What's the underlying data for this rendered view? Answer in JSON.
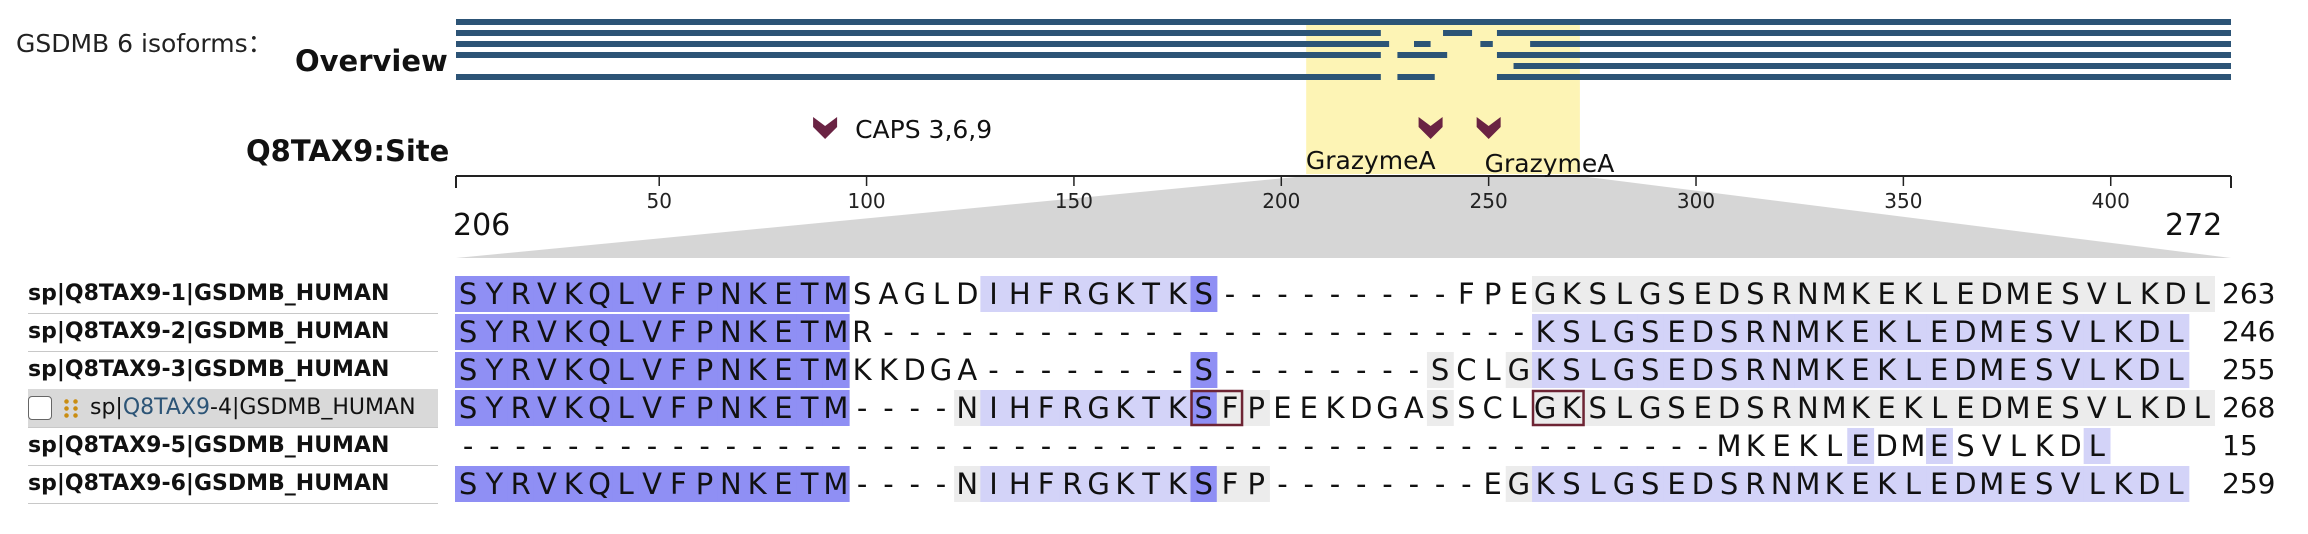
{
  "header": {
    "title": "GSDMB 6 isoforms：",
    "overview_label": "Overview",
    "site_label": "Q8TAX9:Site"
  },
  "sites": [
    {
      "label": "CAPS 3,6,9",
      "position": 90
    },
    {
      "label": "GrazymeA",
      "position": 236
    },
    {
      "label": "GrazymeA",
      "position": 250
    }
  ],
  "axis": {
    "min": 1,
    "max": 429,
    "ticks": [
      50,
      100,
      150,
      200,
      250,
      300,
      350,
      400
    ],
    "highlight_start": 206,
    "highlight_end": 272,
    "range_start_label": "206",
    "range_end_label": "272"
  },
  "overview_tracks": [
    {
      "gaps": []
    },
    {
      "gaps": [
        [
          224,
          239
        ],
        [
          246,
          252
        ]
      ]
    },
    {
      "gaps": [
        [
          226,
          232
        ],
        [
          236,
          248
        ],
        [
          251,
          260
        ]
      ]
    },
    {
      "gaps": [
        [
          224,
          228
        ],
        [
          240,
          252
        ]
      ]
    },
    {
      "gaps": [
        [
          1,
          256
        ]
      ]
    },
    {
      "gaps": [
        [
          224,
          228
        ],
        [
          237,
          252
        ]
      ]
    }
  ],
  "sequences": [
    {
      "name": "sp|Q8TAX9-1|GSDMB_HUMAN",
      "seq": "SYRVKQLVFPNKETMSAGLDIHFRGKTKS---------FPEGKSLGSEDSRNMKEKLEDMESVLKDL",
      "end": "263"
    },
    {
      "name": "sp|Q8TAX9-2|GSDMB_HUMAN",
      "seq": "SYRVKQLVFPNKETMR-------------------------KSLGSEDSRNMKEKLEDMESVLKDL",
      "end": "246"
    },
    {
      "name": "sp|Q8TAX9-3|GSDMB_HUMAN",
      "seq": "SYRVKQLVFPNKETMKKDGA--------S--------SCLGKSLGSEDSRNMKEKLEDMESVLKDL",
      "end": "255"
    },
    {
      "name_prefix": "sp|",
      "name_link": "Q8TAX9",
      "name_suffix": "-4|GSDMB_HUMAN",
      "seq": "SYRVKQLVFPNKETM----NIHFRGKTKSFPEEKDGASSCLGKSLGSEDSRNMKEKLEDMESVLKDL",
      "end": "268",
      "selected": true,
      "boxed": [
        [
          28,
          29
        ],
        [
          41,
          42
        ]
      ]
    },
    {
      "name": "sp|Q8TAX9-5|GSDMB_HUMAN",
      "seq": "------------------------------------------------MKEKLEDMESVLKDL",
      "end": "15"
    },
    {
      "name": "sp|Q8TAX9-6|GSDMB_HUMAN",
      "seq": "SYRVKQLVFPNKETM----NIHFRGKTKSFP--------EGKSLGSEDSRNMKEKLEDMESVLKDL",
      "end": "259"
    }
  ],
  "colors": {
    "track": "#2c5476",
    "highlight": "#fdf4b5",
    "site_marker": "#6a2343",
    "conserved": "#8f8ff4",
    "partial": "#d3d3f8",
    "light": "#ececec",
    "box": "#6d2434",
    "link": "#2c5476",
    "zoom_band": "#d4d4d4"
  }
}
